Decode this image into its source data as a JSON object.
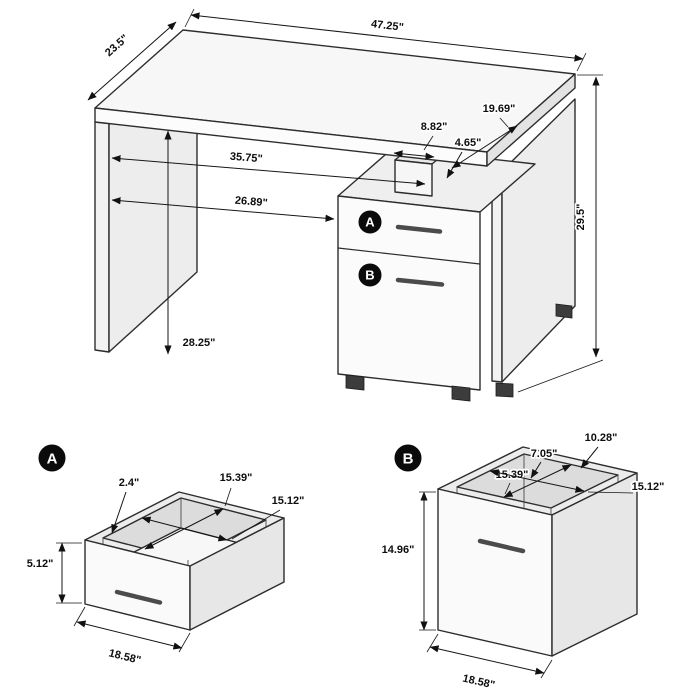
{
  "diagram": {
    "desk": {
      "badge_a": "A",
      "badge_b": "B",
      "width": "47.25\"",
      "depth": "23.5\"",
      "height": "29.5\"",
      "side_panel_height": "28.25\"",
      "kneespace_width": "35.75\"",
      "kneespace_depth": "26.89\"",
      "pedestal_top_depth": "19.69\"",
      "riser_width": "8.82\"",
      "riser_gap": "4.65\""
    },
    "drawer_a": {
      "badge": "A",
      "front_height": "5.12\"",
      "front_width": "18.58\"",
      "front_thickness": "2.4\"",
      "interior_depth": "15.39\"",
      "interior_width": "15.12\""
    },
    "drawer_b": {
      "badge": "B",
      "front_height": "14.96\"",
      "front_width": "18.58\"",
      "top_depth": "10.28\"",
      "back_height": "7.05\"",
      "interior_depth": "15.39\"",
      "interior_width": "15.12\""
    }
  }
}
